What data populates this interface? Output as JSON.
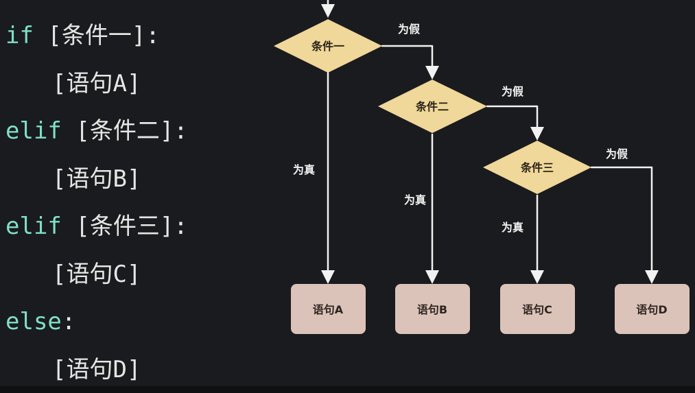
{
  "code": {
    "line1": {
      "kw": "if",
      "rest": " [条件一]:"
    },
    "line2": {
      "text": "[语句A]"
    },
    "line3": {
      "kw": "elif",
      "rest": " [条件二]:"
    },
    "line4": {
      "text": "[语句B]"
    },
    "line5": {
      "kw": "elif",
      "rest": " [条件三]:"
    },
    "line6": {
      "text": "[语句C]"
    },
    "line7": {
      "kw": "else",
      "rest": ":"
    },
    "line8": {
      "text": "[语句D]"
    }
  },
  "flow": {
    "conditions": [
      "条件一",
      "条件二",
      "条件三"
    ],
    "statements": [
      "语句A",
      "语句B",
      "语句C",
      "语句D"
    ],
    "true_label": "为真",
    "false_label": "为假"
  },
  "colors": {
    "keyword": "#7fe0c8",
    "diamond": "#f0d79a",
    "box": "#dcc3ba",
    "arrow": "#f2f2f2",
    "background": "#1a1b1e"
  }
}
